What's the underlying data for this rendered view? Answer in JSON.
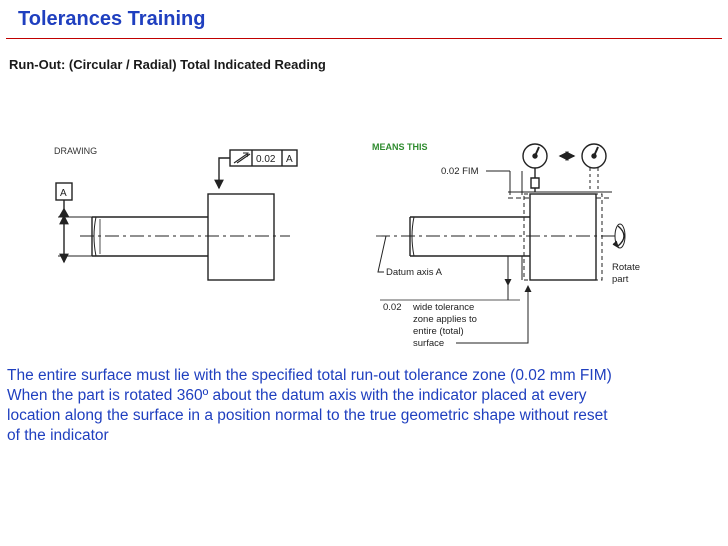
{
  "header": {
    "title": "Tolerances Training",
    "subtitle": "Run-Out: (Circular / Radial) Total Indicated Reading"
  },
  "drawing_panel": {
    "label": "DRAWING",
    "tolerance_value": "0.02",
    "datum_ref": "A",
    "datum_label": "A"
  },
  "means_panel": {
    "label": "MEANS THIS",
    "fim_label": "0.02 FIM",
    "datum_axis_label": "Datum axis A",
    "rotate_label_1": "Rotate",
    "rotate_label_2": "part",
    "zone_value": "0.02",
    "zone_line_1": "wide tolerance",
    "zone_line_2": "zone applies to",
    "zone_line_3": "entire  (total)",
    "zone_line_4": "surface"
  },
  "caption": {
    "line_1": "The entire surface must lie with the specified total run-out tolerance zone (0.02 mm FIM)",
    "line_2": "When the part is rotated 360º about the datum axis with the indicator placed at every",
    "line_3": "location along the surface in a position normal to the true geometric shape without reset",
    "line_4": "of the indicator"
  },
  "colors": {
    "title": "#1f3fbf",
    "rule": "#c00000",
    "means_label": "#2e8b2e",
    "ink": "#222222"
  }
}
